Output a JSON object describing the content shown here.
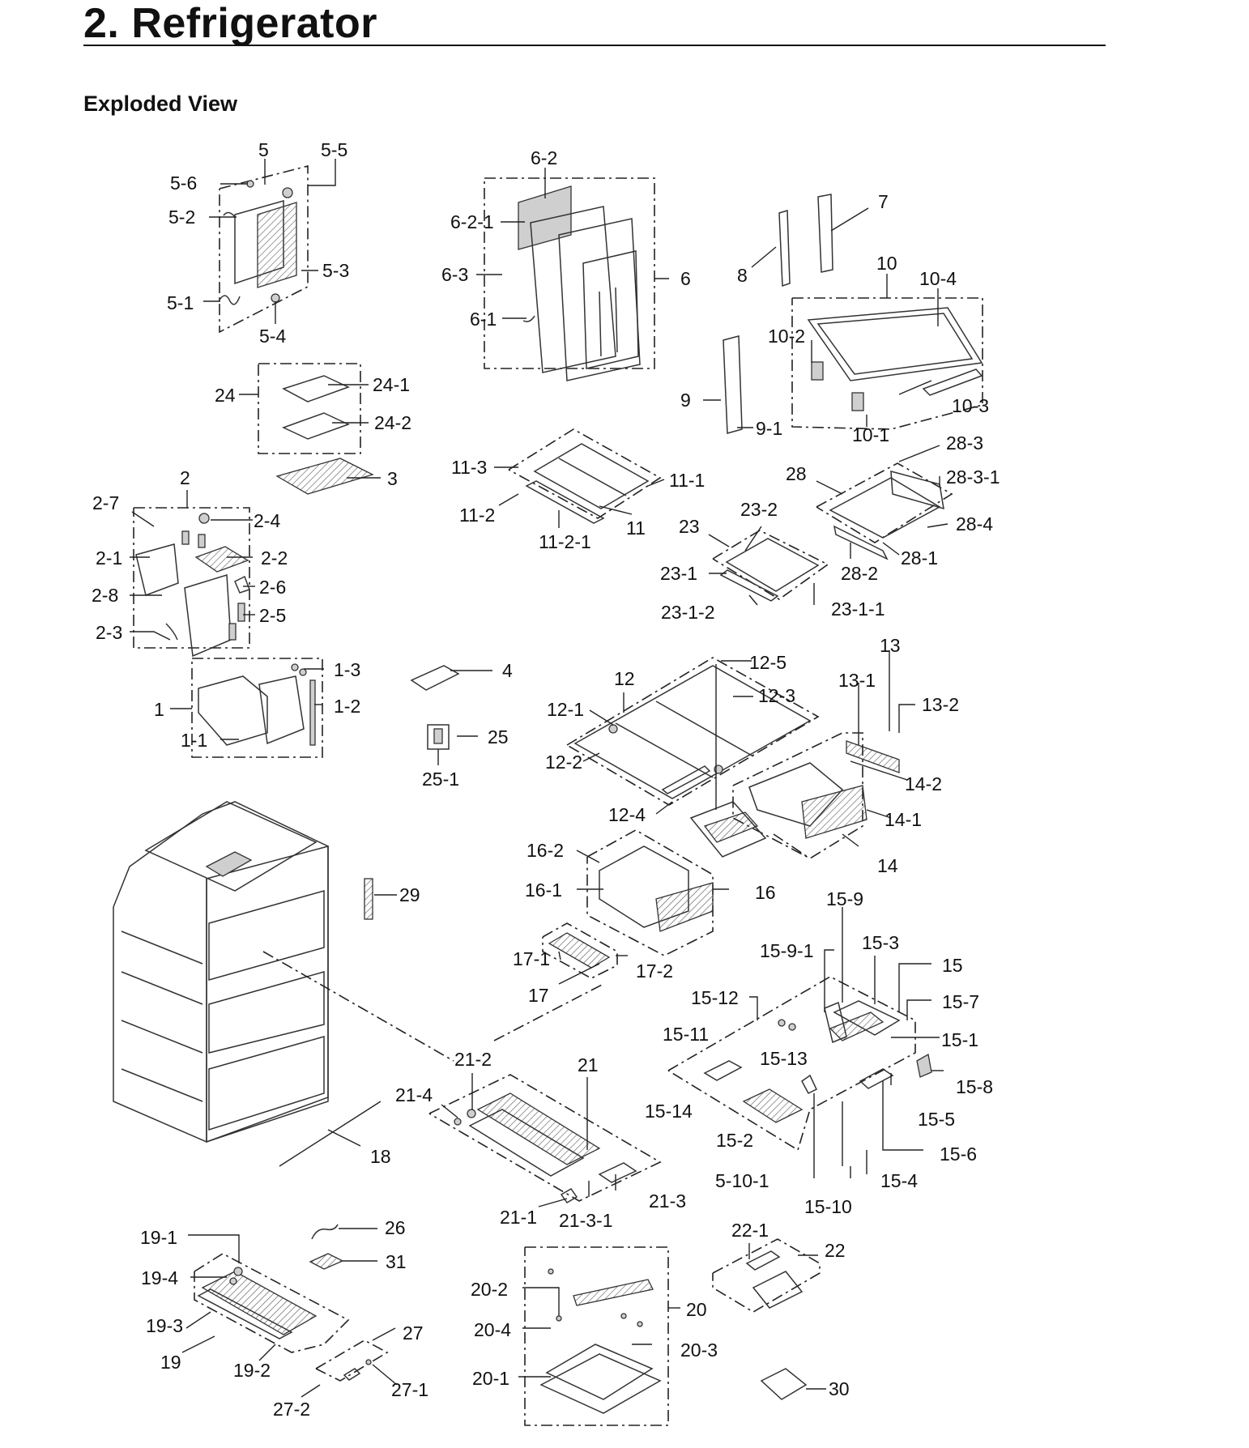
{
  "header": {
    "title": "2.  Refrigerator",
    "section": "Exploded View"
  },
  "parts": {
    "p5": "5",
    "p5_5": "5-5",
    "p5_6": "5-6",
    "p5_2": "5-2",
    "p5_3": "5-3",
    "p5_1": "5-1",
    "p5_4": "5-4",
    "p6_2": "6-2",
    "p6_2_1": "6-2-1",
    "p6_3": "6-3",
    "p6": "6",
    "p6_1": "6-1",
    "p7": "7",
    "p8": "8",
    "p10": "10",
    "p10_4": "10-4",
    "p10_2": "10-2",
    "p10_3": "10-3",
    "p10_1": "10-1",
    "p9": "9",
    "p9_1": "9-1",
    "p24": "24",
    "p24_1": "24-1",
    "p24_2": "24-2",
    "p3": "3",
    "p2": "2",
    "p2_7": "2-7",
    "p2_4": "2-4",
    "p2_1": "2-1",
    "p2_2": "2-2",
    "p2_8": "2-8",
    "p2_6": "2-6",
    "p2_5": "2-5",
    "p2_3": "2-3",
    "p11_3": "11-3",
    "p11_1": "11-1",
    "p11_2": "11-2",
    "p11": "11",
    "p11_2_1": "11-2-1",
    "p28_3": "28-3",
    "p28": "28",
    "p28_3_1": "28-3-1",
    "p28_4": "28-4",
    "p28_1": "28-1",
    "p28_2": "28-2",
    "p23": "23",
    "p23_2": "23-2",
    "p23_1": "23-1",
    "p23_1_2": "23-1-2",
    "p23_1_1": "23-1-1",
    "p1_3": "1-3",
    "p1_2": "1-2",
    "p1": "1",
    "p1_1": "1-1",
    "p4": "4",
    "p25": "25",
    "p25_1": "25-1",
    "p12": "12",
    "p12_5": "12-5",
    "p12_3": "12-3",
    "p12_1": "12-1",
    "p12_2": "12-2",
    "p12_4": "12-4",
    "p13": "13",
    "p13_1": "13-1",
    "p13_2": "13-2",
    "p14_2": "14-2",
    "p14_1": "14-1",
    "p14": "14",
    "p16_2": "16-2",
    "p16_1": "16-1",
    "p16": "16",
    "p17_1": "17-1",
    "p17_2": "17-2",
    "p17": "17",
    "p29": "29",
    "p15_9": "15-9",
    "p15_9_1": "15-9-1",
    "p15_3": "15-3",
    "p15": "15",
    "p15_7": "15-7",
    "p15_12": "15-12",
    "p15_1": "15-1",
    "p15_11": "15-11",
    "p15_13": "15-13",
    "p15_8": "15-8",
    "p15_14": "15-14",
    "p15_5": "15-5",
    "p15_2": "15-2",
    "p15_6": "15-6",
    "p5_10_1": "5-10-1",
    "p15_4": "15-4",
    "p15_10": "15-10",
    "p21_2": "21-2",
    "p21": "21",
    "p21_4": "21-4",
    "p18": "18",
    "p21_1": "21-1",
    "p21_3_1": "21-3-1",
    "p21_3": "21-3",
    "p19_1": "19-1",
    "p26": "26",
    "p31": "31",
    "p19_4": "19-4",
    "p19_3": "19-3",
    "p19": "19",
    "p19_2": "19-2",
    "p27": "27",
    "p27_1": "27-1",
    "p27_2": "27-2",
    "p22_1": "22-1",
    "p22": "22",
    "p20_2": "20-2",
    "p20": "20",
    "p20_4": "20-4",
    "p20_3": "20-3",
    "p20_1": "20-1",
    "p30": "30"
  },
  "icons": [
    "refrigerator-cabinet-illustration",
    "shelf-illustration",
    "drawer-illustration",
    "ice-maker-illustration"
  ]
}
